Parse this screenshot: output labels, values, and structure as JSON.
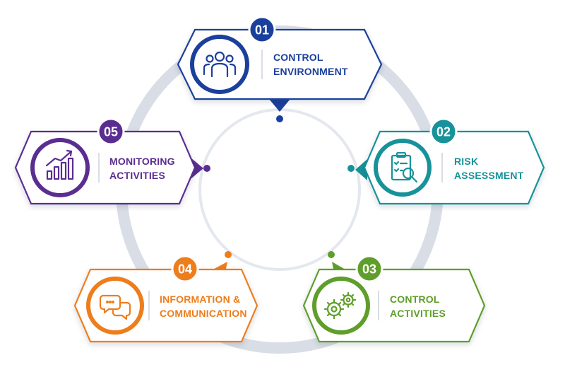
{
  "colors": {
    "ring": "#d7dce5",
    "inner_ring": "#e3e7ee",
    "card_bg": "#ffffff",
    "divider": "#c9ced8"
  },
  "steps": [
    {
      "number": "01",
      "line1": "CONTROL",
      "line2": "ENVIRONMENT",
      "color": "#1b3f9c",
      "icon": "people-icon"
    },
    {
      "number": "02",
      "line1": "RISK",
      "line2": "ASSESSMENT",
      "color": "#17929a",
      "icon": "clipboard-magnifier-icon"
    },
    {
      "number": "03",
      "line1": "CONTROL",
      "line2": "ACTIVITIES",
      "color": "#5f9e2a",
      "icon": "gears-icon"
    },
    {
      "number": "04",
      "line1": "INFORMATION &",
      "line2": "COMMUNICATION",
      "color": "#ee7d1c",
      "icon": "chat-bubbles-icon"
    },
    {
      "number": "05",
      "line1": "MONITORING",
      "line2": "ACTIVITIES",
      "color": "#5a2d91",
      "icon": "growth-chart-icon"
    }
  ]
}
